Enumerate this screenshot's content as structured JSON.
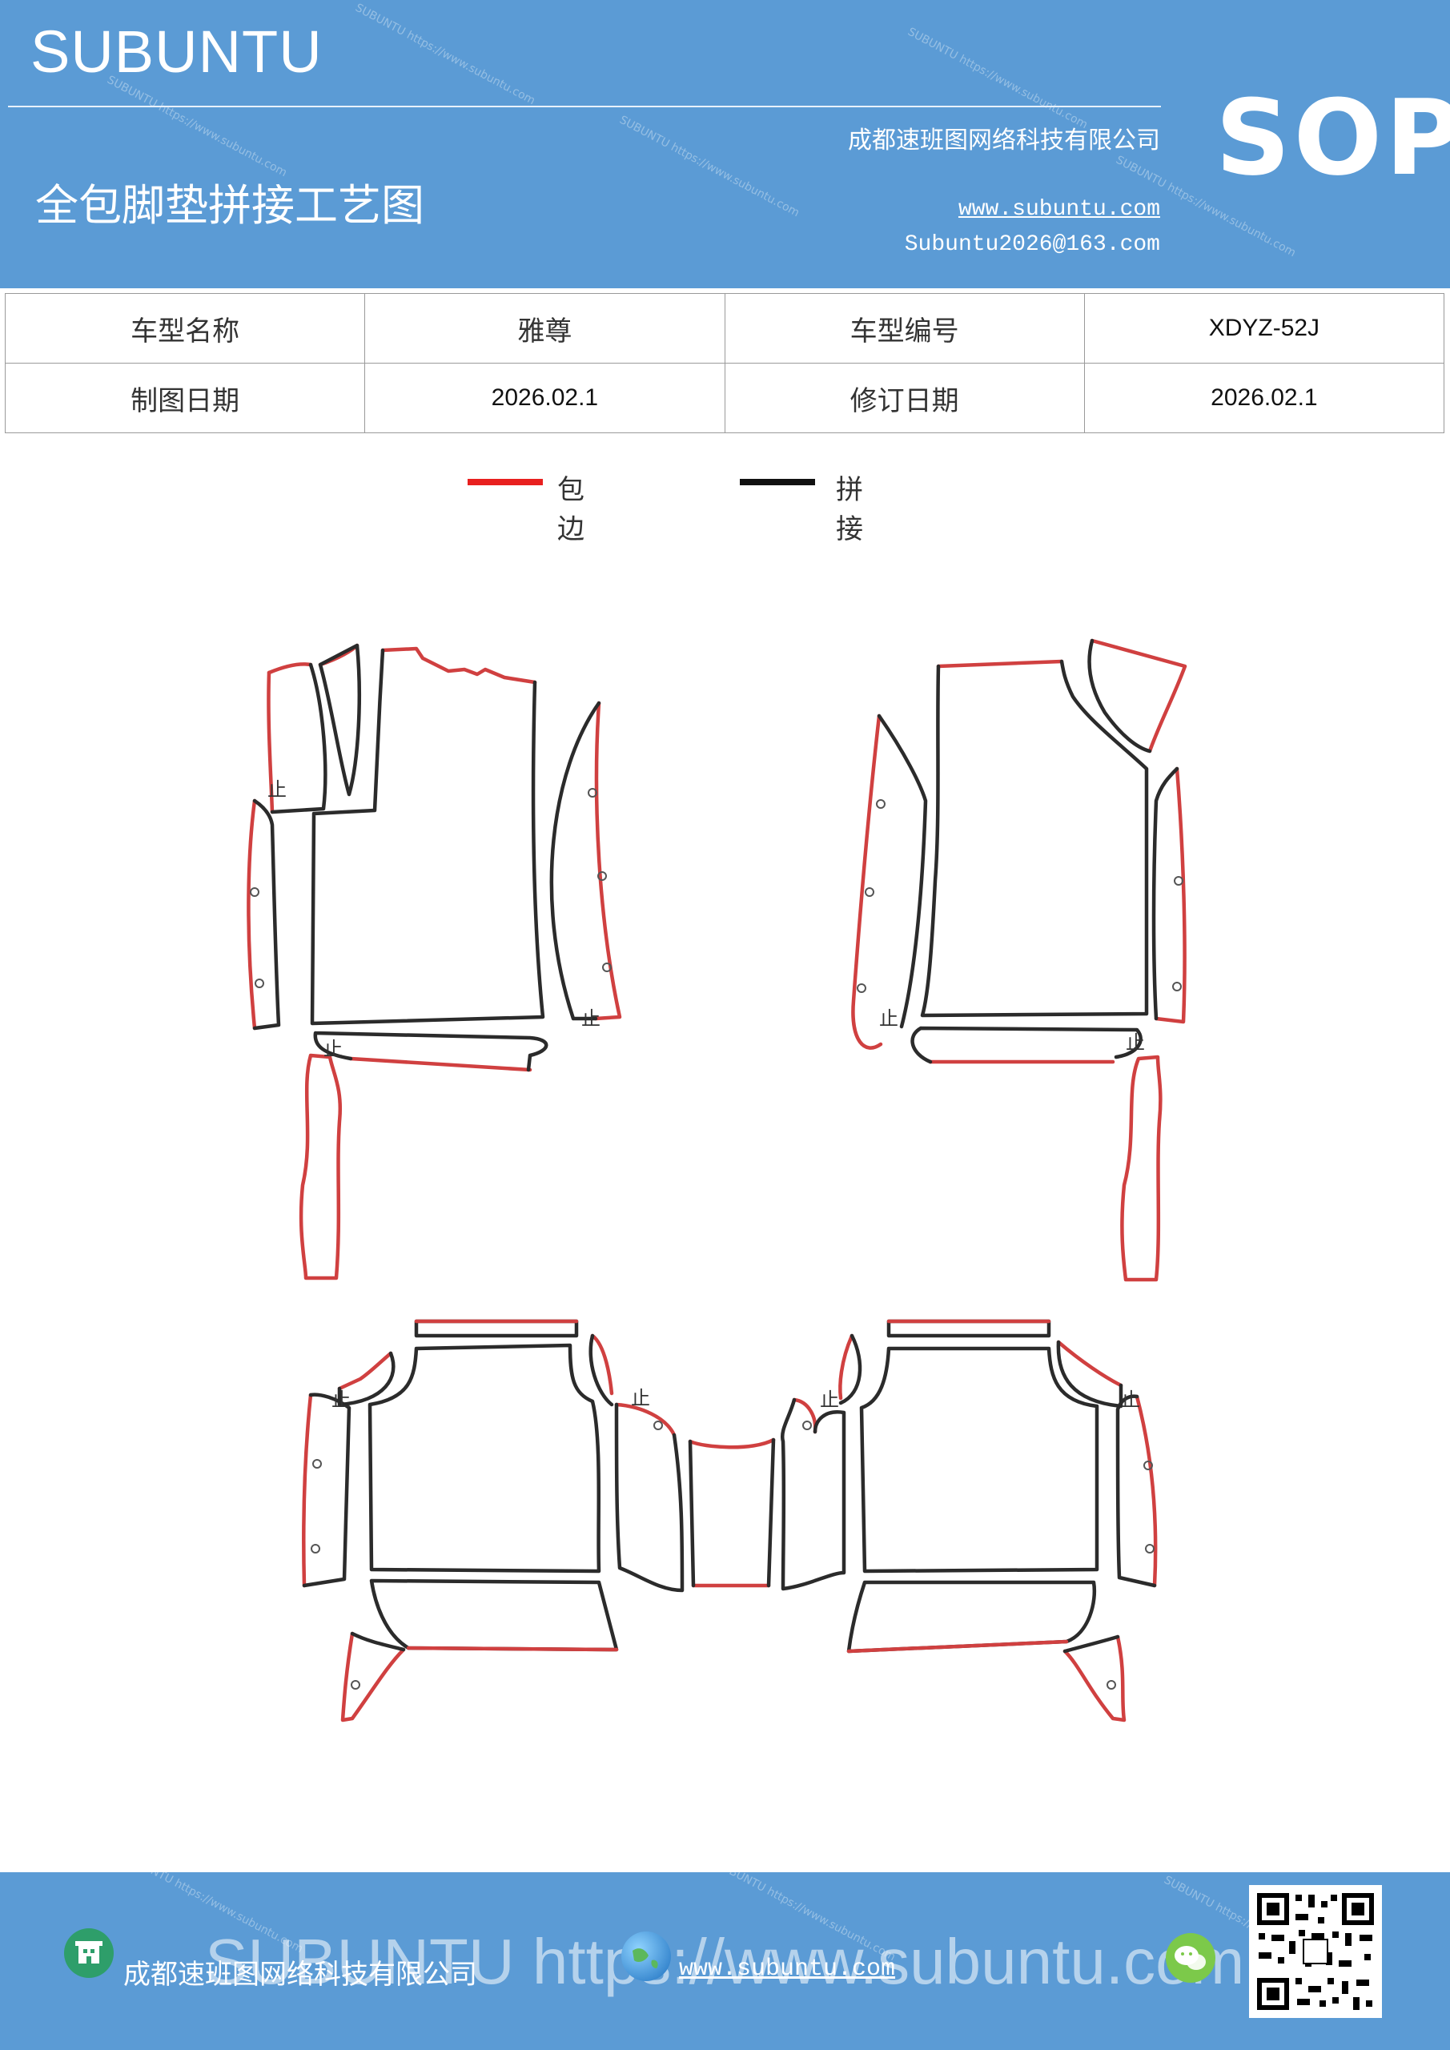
{
  "header": {
    "brand": "SUBUNTU",
    "company": "成都速班图网络科技有限公司",
    "title": "全包脚垫拼接工艺图",
    "website": "www.subuntu.com",
    "email": "Subuntu2026@163.com",
    "badge": "SOP",
    "watermark": "SUBUNTU https://www.subuntu.com"
  },
  "info_table": {
    "rows": [
      {
        "label1": "车型名称",
        "value1": "雅尊",
        "label2": "车型编号",
        "value2": "XDYZ-52J"
      },
      {
        "label1": "制图日期",
        "value1": "2026.02.1",
        "label2": "修订日期",
        "value2": "2026.02.1"
      }
    ]
  },
  "legend": {
    "items": [
      {
        "label": "包边",
        "color": "#e8201f"
      },
      {
        "label": "拼接",
        "color": "#111111"
      }
    ]
  },
  "diagram": {
    "edge_color": "#d04040",
    "seam_color": "#2b2b2b",
    "marker_label": "止"
  },
  "footer": {
    "company": "成都速班图网络科技有限公司",
    "website": "www.subuntu.com",
    "watermark": "SUBUNTU https://www.subuntu.com",
    "icons": [
      "building-icon",
      "globe-icon",
      "wechat-icon",
      "qr-code"
    ]
  }
}
